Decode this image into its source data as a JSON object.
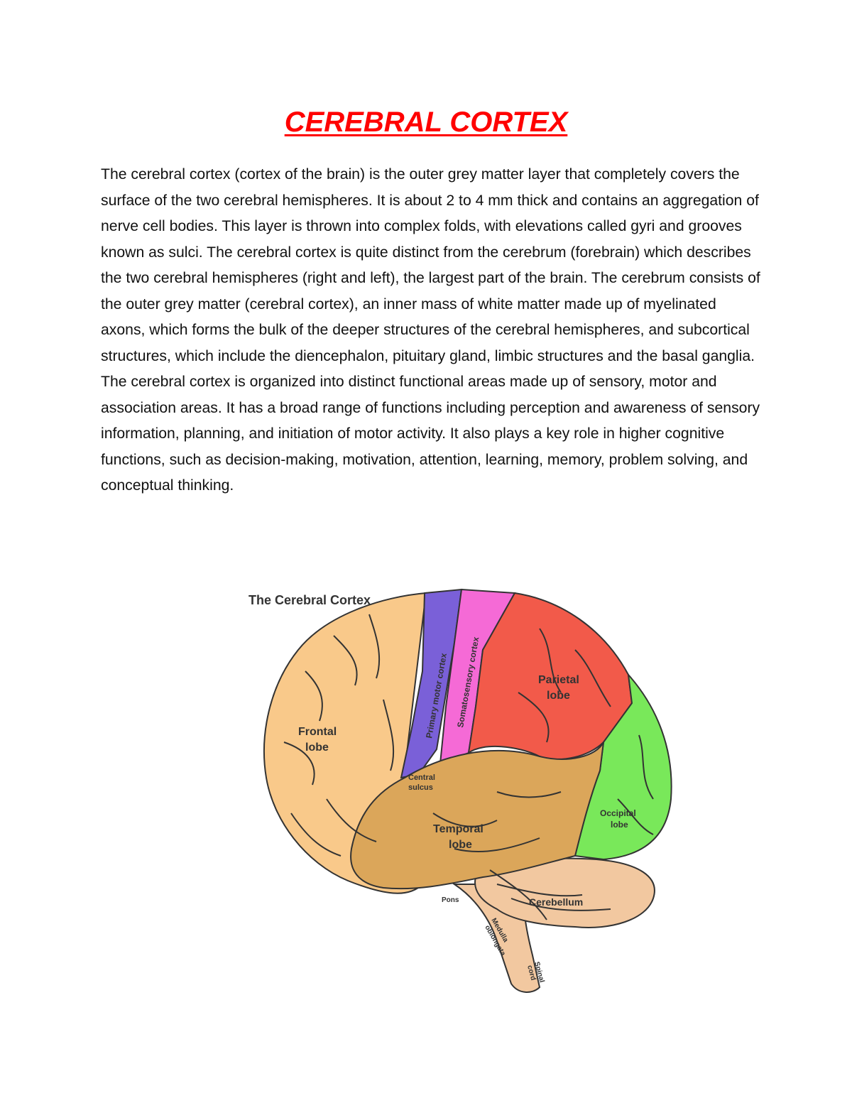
{
  "document": {
    "title": "CEREBRAL CORTEX",
    "paragraph": "The cerebral cortex (cortex of the brain) is the outer grey matter layer that completely covers the surface of the two cerebral hemispheres. It is about 2 to 4 mm thick and contains an aggregation of nerve cell bodies. This layer is thrown into complex folds, with elevations called gyri and grooves known as sulci. The cerebral cortex is quite distinct from the cerebrum (forebrain) which describes the two cerebral hemispheres (right and left), the largest part of the brain. The cerebrum consists of the outer grey matter (cerebral cortex), an inner mass of white matter made up of myelinated axons, which forms the bulk of the deeper structures of the cerebral hemispheres, and subcortical structures, which include the diencephalon, pituitary gland, limbic structures and the basal ganglia. The cerebral cortex is organized into distinct functional areas made up of sensory, motor and association areas. It has a broad range of functions including perception and awareness of sensory information, planning, and initiation of motor activity. It also plays a key role in higher cognitive functions, such as decision-making, motivation, attention, learning, memory, problem solving, and conceptual thinking."
  },
  "figure": {
    "title": "The Cerebral Cortex",
    "labels": {
      "frontal_1": "Frontal",
      "frontal_2": "lobe",
      "motor": "Primary motor cortex",
      "somato": "Somatosensory cortex",
      "parietal_1": "Parietal",
      "parietal_2": "lobe",
      "occipital_1": "Occipital",
      "occipital_2": "lobe",
      "temporal_1": "Temporal",
      "temporal_2": "lobe",
      "central_1": "Central",
      "central_2": "sulcus",
      "pons": "Pons",
      "cerebellum": "Cerebellum",
      "medulla_1": "Medulla",
      "medulla_2": "oblongata",
      "spinal_1": "Spinal",
      "spinal_2": "cord"
    },
    "colors": {
      "frontal": "#f9c98a",
      "motor": "#7a60d8",
      "somatosensory": "#f56ad6",
      "parietal": "#f25a4a",
      "occipital": "#79e85a",
      "temporal": "#dba65a",
      "cerebellum": "#f2c8a0",
      "brainstem": "#f2c8a0",
      "outline": "#333333"
    }
  }
}
